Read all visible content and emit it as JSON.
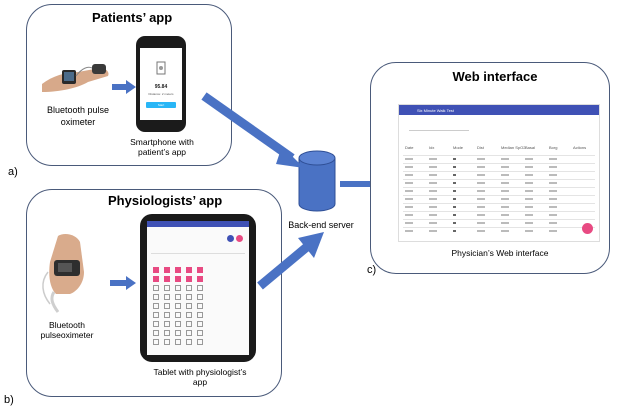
{
  "panels": {
    "patients": {
      "title": "Patients’ app",
      "letter": "a)"
    },
    "physiologists": {
      "title": "Physiologists’ app",
      "letter": "b)"
    },
    "web": {
      "title": "Web interface",
      "letter": "c)"
    }
  },
  "captions": {
    "oximeter_a": "Bluetooth pulse oximeter",
    "smartphone": "Smartphone with patient’s app",
    "oximeter_b": "Bluetooth pulseoximeter",
    "tablet": "Tablet with physiologist’s app",
    "server": "Back-end server",
    "web_caption": "Physician’s Web interface"
  },
  "phone_screen": {
    "value": "95.84",
    "label": "Distance: 2 meters",
    "button": "Start"
  },
  "web_screen": {
    "header": "Six Minute Walk Test",
    "columns": [
      "Date",
      "Idx",
      "Mode",
      "Dist",
      "Median SpO2",
      "Basal",
      "Borg",
      "Actions"
    ]
  },
  "colors": {
    "arrow": "#4a72c4",
    "cylinder": "#4a72c4",
    "web_header": "#3f51b5",
    "accent_pink": "#e84a82"
  }
}
